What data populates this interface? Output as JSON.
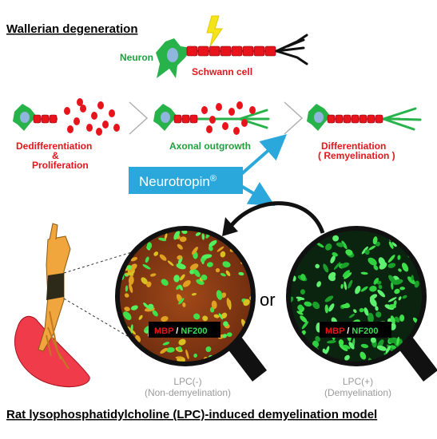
{
  "title_top": "Wallerian degeneration",
  "neuron_label": "Neuron",
  "schwann_label": "Schwann cell",
  "stage1": [
    "Dedifferentiation",
    "&",
    "Proliferation"
  ],
  "stage2": "Axonal outgrowth",
  "stage3": [
    "Differentiation",
    "( Remyelination )"
  ],
  "drug_name": "Neurotropin",
  "drug_mark": "®",
  "or_text": "or",
  "legend_mbp": "MBP",
  "legend_sep": " / ",
  "legend_nf": "NF200",
  "lpc_neg": [
    "LPC(-)",
    "(Non-demyelination)"
  ],
  "lpc_pos": [
    "LPC(+)",
    "(Demyelination)"
  ],
  "title_bottom": "Rat lysophosphatidylcholine (LPC)-induced demyelination model",
  "colors": {
    "red": "#e8141b",
    "green": "#1fa03c",
    "cell_green": "#27b24a",
    "blue": "#2aa8dc",
    "nucleus": "#8fb6dd",
    "gray": "#9a9a9a"
  }
}
